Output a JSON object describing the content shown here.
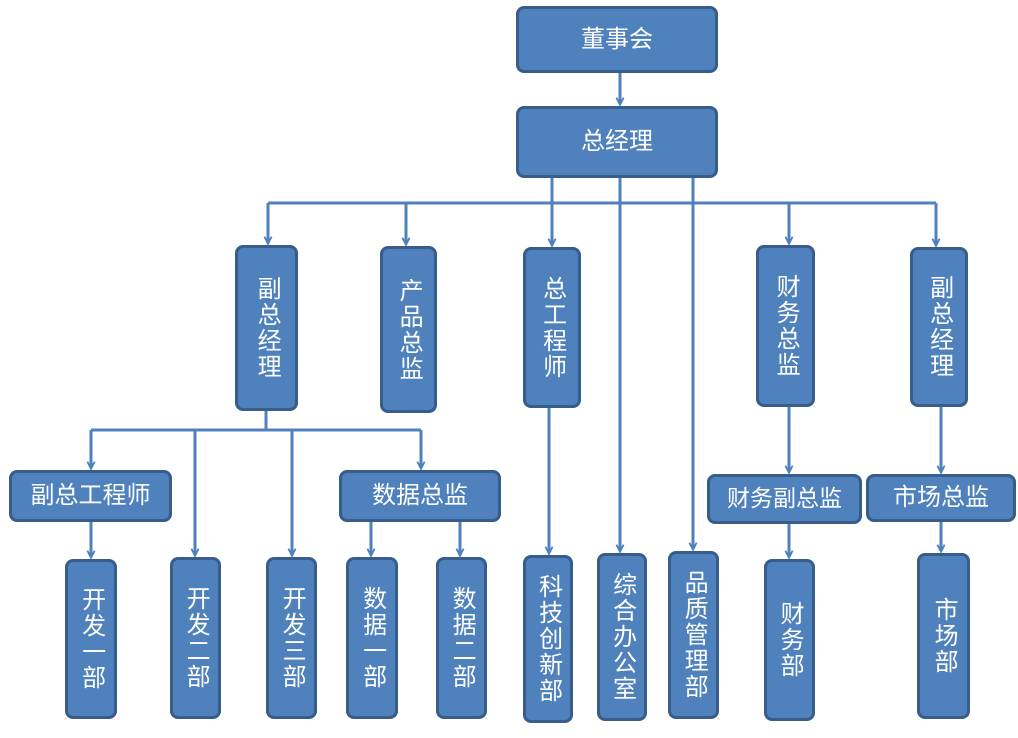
{
  "nodes": {
    "board": "董事会",
    "gm": "总经理",
    "vgm_left": "副总经理",
    "product_director": "产品总监",
    "chief_engineer": "总工程师",
    "finance_director": "财务总监",
    "vgm_right": "副总经理",
    "deputy_chief_engineer": "副总工程师",
    "data_director": "数据总监",
    "finance_deputy_director": "财务副总监",
    "marketing_director": "市场总监",
    "dev_1": "开发一部",
    "dev_2": "开发二部",
    "dev_3": "开发三部",
    "data_1": "数据一部",
    "data_2": "数据二部",
    "tech_innovation": "科技创新部",
    "general_office": "综合办公室",
    "quality_mgmt": "品质管理部",
    "finance_dept": "财务部",
    "market_dept": "市场部"
  },
  "colors": {
    "node_fill": "#4f81bd",
    "node_border": "#385d8a",
    "connector": "#4f81bd",
    "text": "#ffffff"
  }
}
